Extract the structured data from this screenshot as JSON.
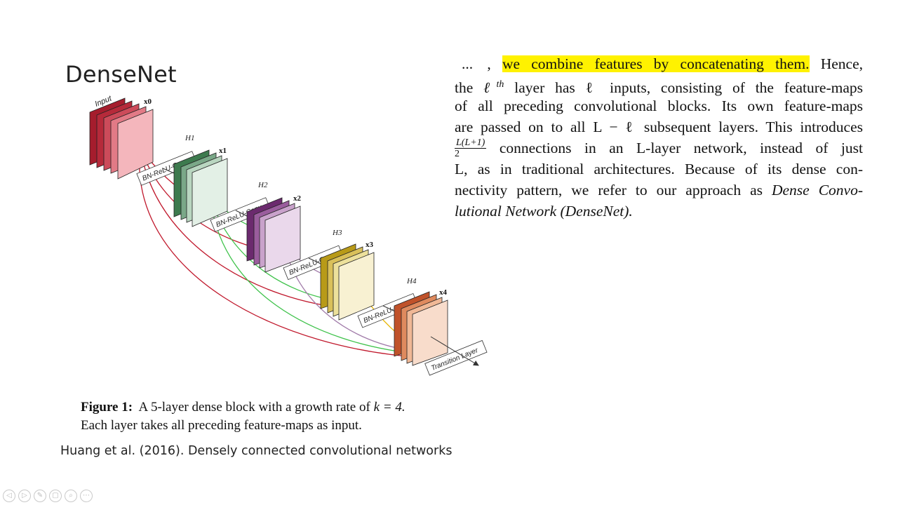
{
  "slide": {
    "title": "DenseNet",
    "citation": "Huang et al. (2016). Densely connected convolutional networks"
  },
  "figure": {
    "input_label": "Input",
    "layers": [
      {
        "feature": "x0",
        "block": ""
      },
      {
        "feature": "x1",
        "block": "H1"
      },
      {
        "feature": "x2",
        "block": "H2"
      },
      {
        "feature": "x3",
        "block": "H3"
      },
      {
        "feature": "x4",
        "block": "H4"
      }
    ],
    "op_label": "BN-ReLU-Conv",
    "transition_label": "Transition Layer",
    "colors": {
      "x0": "#a51d2d",
      "x1": "#3d7a4e",
      "x2": "#6b2a6e",
      "x3": "#b89a18",
      "x4": "#c0522a",
      "edge_from_x0": "#c0182c",
      "edge_from_x1": "#3ec24a",
      "edge_from_x2": "#a07aa8",
      "edge_from_x3": "#e6b400"
    },
    "caption_label": "Figure 1:",
    "caption_text_1": "A 5-layer dense block with a growth rate of",
    "caption_k": "k = 4.",
    "caption_text_2": "Each layer takes all preceding feature-maps as input."
  },
  "quote": {
    "ellipsis": "...",
    "highlight": "we combine features by concatenating them.",
    "l1_rest": "Hence,",
    "l2": [
      "the",
      "ℓ",
      "th",
      "layer has ℓ inputs, consisting of the feature-maps"
    ],
    "l3": "of all preceding convolutional blocks. Its own feature-maps",
    "l4": "are passed on to all L − ℓ subsequent layers. This introduces",
    "frac_num": "L(L+1)",
    "frac_den": "2",
    "l5_rest": "connections in an L-layer network, instead of just",
    "l6": "L, as in traditional architectures. Because of its dense con-",
    "l7_a": "nectivity pattern, we refer to our approach as",
    "l7_b": "Dense Convo-",
    "l8": "lutional Network (DenseNet)."
  },
  "nav": [
    "◁",
    "▷",
    "✎",
    "▢",
    "⌕",
    "⋯"
  ]
}
